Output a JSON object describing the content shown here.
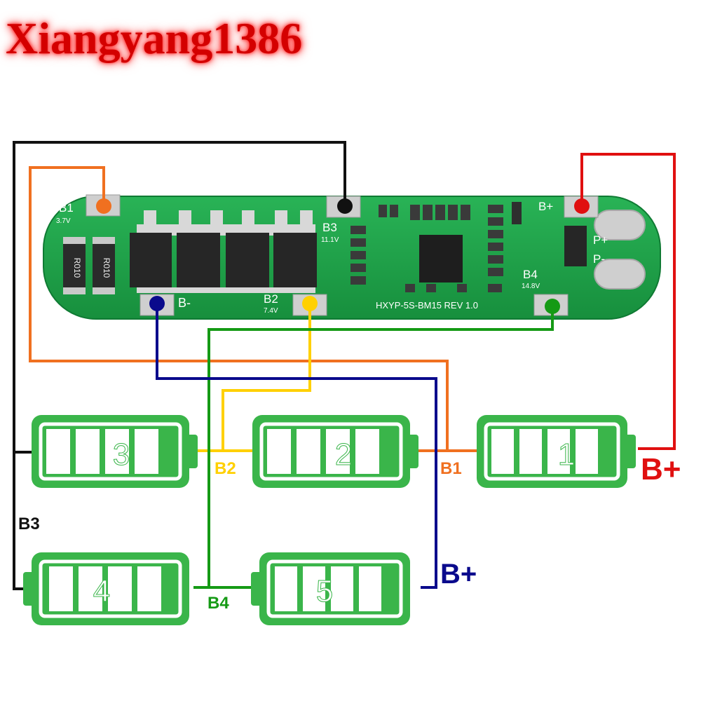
{
  "brand": "Xiangyang1386",
  "board": {
    "model": "HXYP-5S-BM15 REV 1.0",
    "resistor_marking": "R010",
    "pads": [
      {
        "id": "b1",
        "label": "B1",
        "voltage": "3.7V"
      },
      {
        "id": "b2",
        "label": "B2",
        "voltage": "7.4V"
      },
      {
        "id": "b3",
        "label": "B3",
        "voltage": "11.1V"
      },
      {
        "id": "b4",
        "label": "B4",
        "voltage": "14.8V"
      },
      {
        "id": "bminus",
        "label": "B-"
      },
      {
        "id": "bplus",
        "label": "B+"
      },
      {
        "id": "pplus",
        "label": "P+"
      },
      {
        "id": "pminus",
        "label": "P-"
      }
    ]
  },
  "batteries": [
    "1",
    "2",
    "3",
    "4",
    "5"
  ],
  "wire_labels": {
    "b1": "B1",
    "b2": "B2",
    "b3": "B3",
    "b4": "B4",
    "bplus_red": "B+",
    "bplus_blue": "B+"
  },
  "colors": {
    "board": "#1fa64a",
    "battery": "#3ab54a",
    "wire_b1": "#f07020",
    "wire_b2": "#ffd000",
    "wire_b3": "#111111",
    "wire_b4": "#159a15",
    "wire_bminus": "#0a0a8c",
    "wire_bplus": "#e01010"
  }
}
